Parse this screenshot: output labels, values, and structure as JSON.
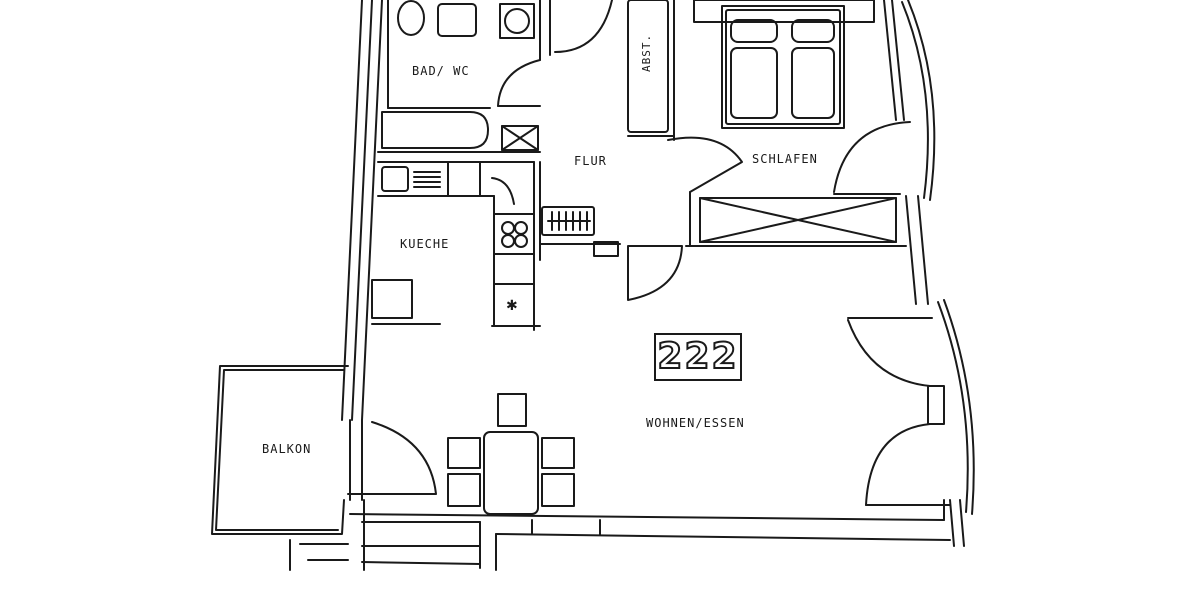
{
  "plan": {
    "unit_number": "222",
    "rooms": [
      {
        "id": "bad-wc",
        "label": "BAD/ WC"
      },
      {
        "id": "abst",
        "label": "ABST."
      },
      {
        "id": "schlafen",
        "label": "SCHLAFEN"
      },
      {
        "id": "flur",
        "label": "FLUR"
      },
      {
        "id": "kueche",
        "label": "KUECHE"
      },
      {
        "id": "wohnen-essen",
        "label": "WOHNEN/ESSEN"
      },
      {
        "id": "balkon",
        "label": "BALKON"
      }
    ],
    "colors": {
      "line": "#1a1a1a",
      "background": "#ffffff"
    }
  }
}
